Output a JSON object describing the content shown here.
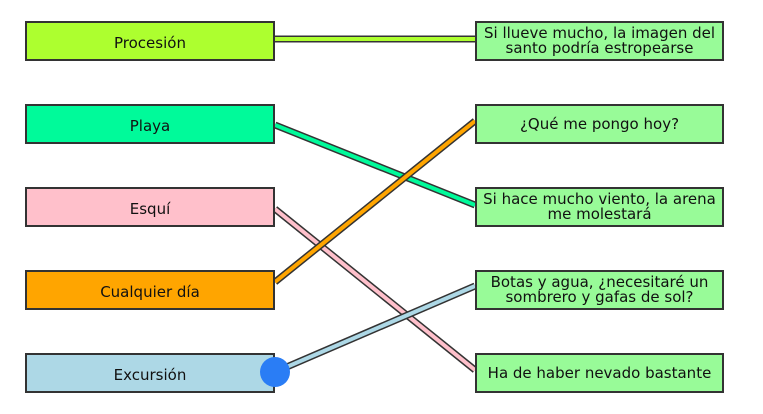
{
  "left_items": [
    {
      "label": "Procesión",
      "color": "#adff2f"
    },
    {
      "label": "Playa",
      "color": "#00fa9a"
    },
    {
      "label": "Esquí",
      "color": "#ffc0cb"
    },
    {
      "label": "Cualquier día",
      "color": "#ffa500"
    },
    {
      "label": "Excursión",
      "color": "#add8e6"
    }
  ],
  "right_items": [
    {
      "label": "Si llueve mucho, la imagen del santo podría estropearse"
    },
    {
      "label": "¿Qué me pongo hoy?"
    },
    {
      "label": "Si hace mucho viento, la arena me molestará"
    },
    {
      "label": "Botas y agua, ¿necesitaré un sombrero y gafas de sol?"
    },
    {
      "label": "Ha de haber nevado bastante"
    }
  ],
  "right_box_color": "#98fb98",
  "handle_color": "#2a7df5",
  "connections": [
    {
      "from": 0,
      "to": 0
    },
    {
      "from": 1,
      "to": 2
    },
    {
      "from": 2,
      "to": 4
    },
    {
      "from": 3,
      "to": 1
    },
    {
      "from": 4,
      "to": 3
    }
  ]
}
